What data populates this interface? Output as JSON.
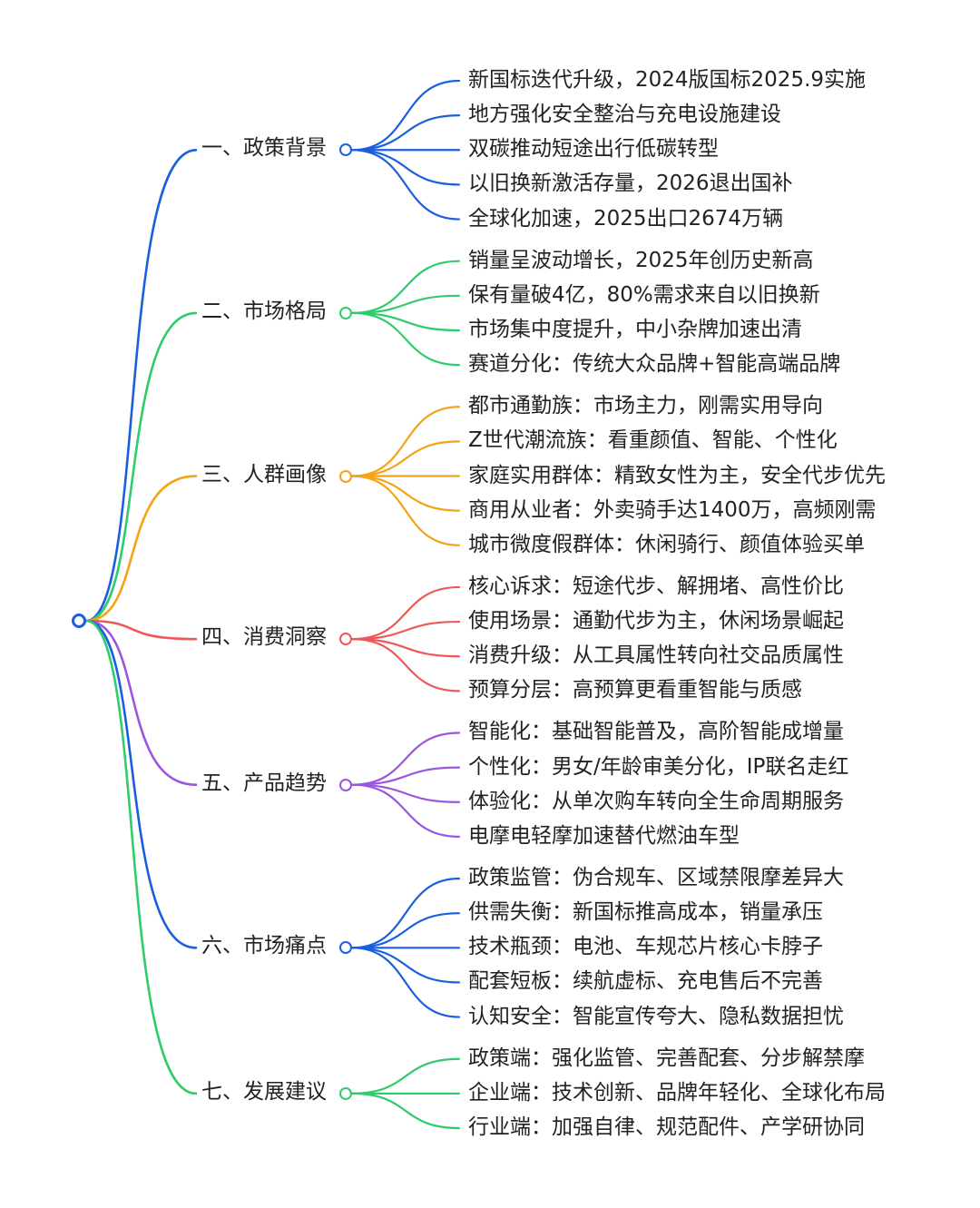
{
  "mindmap": {
    "root_color": "#1a5fe0",
    "branches": [
      {
        "label": "一、政策背景",
        "color": "#1a5fe0",
        "items": [
          "新国标迭代升级，2024版国标2025.9实施",
          "地方强化安全整治与充电设施建设",
          "双碳推动短途出行低碳转型",
          "以旧换新激活存量，2026退出国补",
          "全球化加速，2025出口2674万辆"
        ]
      },
      {
        "label": "二、市场格局",
        "color": "#2ecc6a",
        "items": [
          "销量呈波动增长，2025年创历史新高",
          "保有量破4亿，80%需求来自以旧换新",
          "市场集中度提升，中小杂牌加速出清",
          "赛道分化：传统大众品牌+智能高端品牌"
        ]
      },
      {
        "label": "三、人群画像",
        "color": "#f5a316",
        "items": [
          "都市通勤族：市场主力，刚需实用导向",
          "Z世代潮流族：看重颜值、智能、个性化",
          "家庭实用群体：精致女性为主，安全代步优先",
          "商用从业者：外卖骑手达1400万，高频刚需",
          "城市微度假群体：休闲骑行、颜值体验买单"
        ]
      },
      {
        "label": "四、消费洞察",
        "color": "#f05858",
        "items": [
          "核心诉求：短途代步、解拥堵、高性价比",
          "使用场景：通勤代步为主，休闲场景崛起",
          "消费升级：从工具属性转向社交品质属性",
          "预算分层：高预算更看重智能与质感"
        ]
      },
      {
        "label": "五、产品趋势",
        "color": "#9b55e0",
        "items": [
          "智能化：基础智能普及，高阶智能成增量",
          "个性化：男女/年龄审美分化，IP联名走红",
          "体验化：从单次购车转向全生命周期服务",
          "电摩电轻摩加速替代燃油车型"
        ]
      },
      {
        "label": "六、市场痛点",
        "color": "#1a5fe0",
        "items": [
          "政策监管：伪合规车、区域禁限摩差异大",
          "供需失衡：新国标推高成本，销量承压",
          "技术瓶颈：电池、车规芯片核心卡脖子",
          "配套短板：续航虚标、充电售后不完善",
          "认知安全：智能宣传夸大、隐私数据担忧"
        ]
      },
      {
        "label": "七、发展建议",
        "color": "#2ecc6a",
        "items": [
          "政策端：强化监管、完善配套、分步解禁摩",
          "企业端：技术创新、品牌年轻化、全球化布局",
          "行业端：加强自律、规范配件、产学研协同"
        ]
      }
    ]
  }
}
